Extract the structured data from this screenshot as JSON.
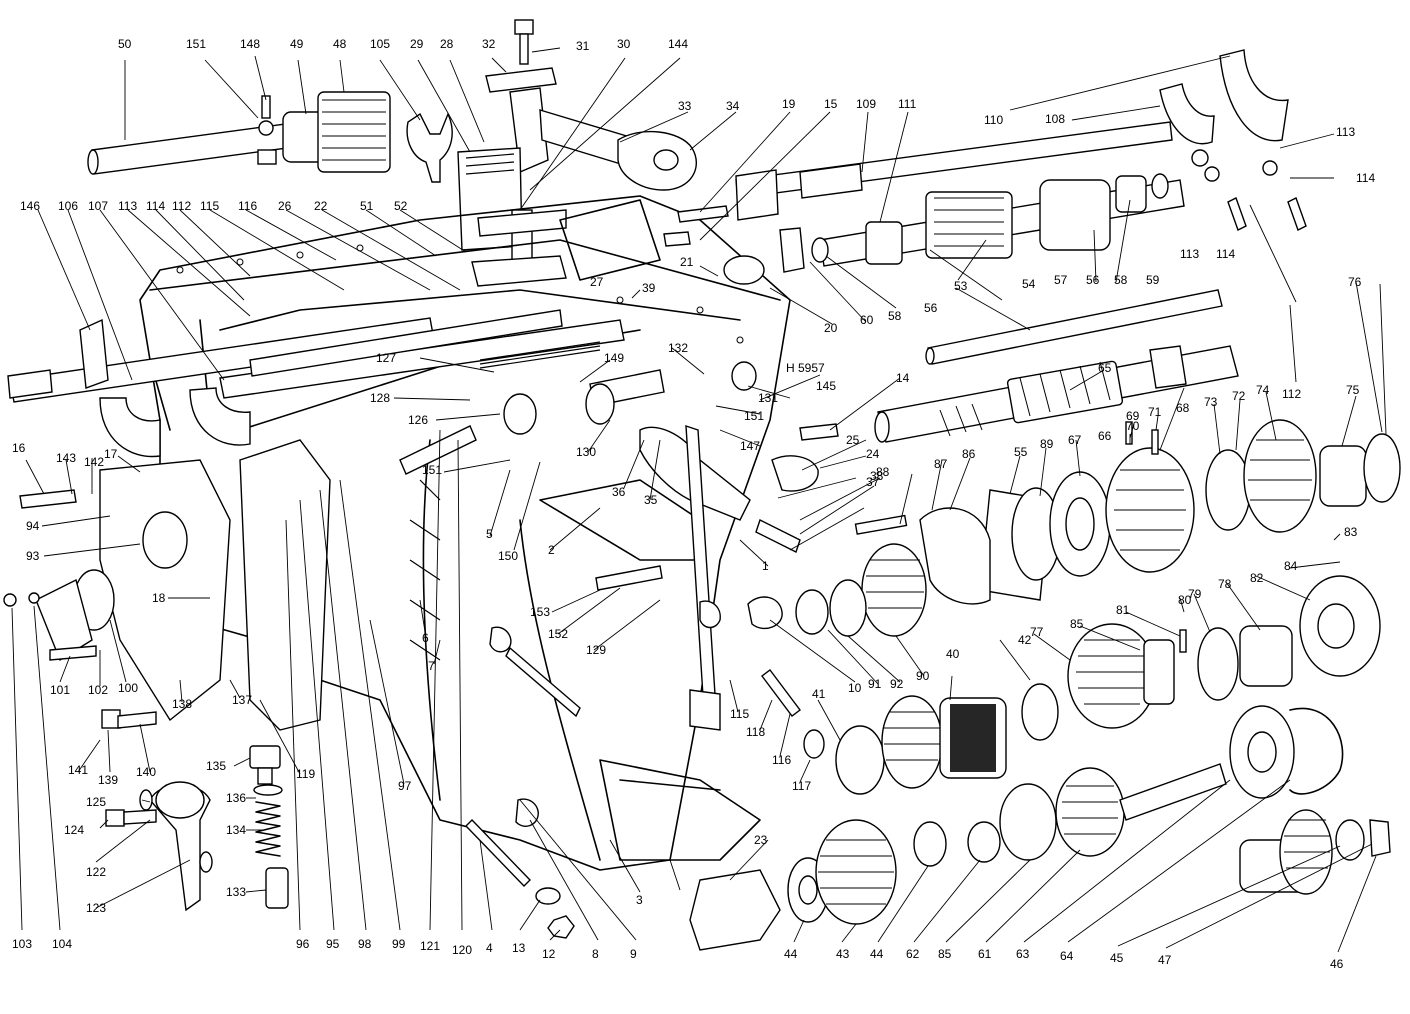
{
  "diagram": {
    "drawing_ref": "H 5957",
    "labels": [
      {
        "id": "l50",
        "text": "50"
      },
      {
        "id": "l151a",
        "text": "151"
      },
      {
        "id": "l148",
        "text": "148"
      },
      {
        "id": "l49",
        "text": "49"
      },
      {
        "id": "l48",
        "text": "48"
      },
      {
        "id": "l105",
        "text": "105"
      },
      {
        "id": "l29",
        "text": "29"
      },
      {
        "id": "l28",
        "text": "28"
      },
      {
        "id": "l32",
        "text": "32"
      },
      {
        "id": "l31",
        "text": "31"
      },
      {
        "id": "l30",
        "text": "30"
      },
      {
        "id": "l144",
        "text": "144"
      },
      {
        "id": "l33",
        "text": "33"
      },
      {
        "id": "l34",
        "text": "34"
      },
      {
        "id": "l19",
        "text": "19"
      },
      {
        "id": "l15",
        "text": "15"
      },
      {
        "id": "l109",
        "text": "109"
      },
      {
        "id": "l111",
        "text": "111"
      },
      {
        "id": "l110",
        "text": "110"
      },
      {
        "id": "l108",
        "text": "108"
      },
      {
        "id": "l113a",
        "text": "113"
      },
      {
        "id": "l114a",
        "text": "114"
      },
      {
        "id": "l146",
        "text": "146"
      },
      {
        "id": "l106",
        "text": "106"
      },
      {
        "id": "l107",
        "text": "107"
      },
      {
        "id": "l113b",
        "text": "113"
      },
      {
        "id": "l114b",
        "text": "114"
      },
      {
        "id": "l112a",
        "text": "112"
      },
      {
        "id": "l115a",
        "text": "115"
      },
      {
        "id": "l116a",
        "text": "116"
      },
      {
        "id": "l26",
        "text": "26"
      },
      {
        "id": "l22",
        "text": "22"
      },
      {
        "id": "l51",
        "text": "51"
      },
      {
        "id": "l52",
        "text": "52"
      },
      {
        "id": "l21",
        "text": "21"
      },
      {
        "id": "l27",
        "text": "27"
      },
      {
        "id": "l39",
        "text": "39"
      },
      {
        "id": "l20",
        "text": "20"
      },
      {
        "id": "l60",
        "text": "60"
      },
      {
        "id": "l58a",
        "text": "58"
      },
      {
        "id": "l56a",
        "text": "56"
      },
      {
        "id": "l54",
        "text": "54"
      },
      {
        "id": "l57",
        "text": "57"
      },
      {
        "id": "l56b",
        "text": "56"
      },
      {
        "id": "l58b",
        "text": "58"
      },
      {
        "id": "l59",
        "text": "59"
      },
      {
        "id": "l113c",
        "text": "113"
      },
      {
        "id": "l114c",
        "text": "114"
      },
      {
        "id": "l53",
        "text": "53"
      },
      {
        "id": "l76",
        "text": "76"
      },
      {
        "id": "l127",
        "text": "127"
      },
      {
        "id": "l149",
        "text": "149"
      },
      {
        "id": "l132",
        "text": "132"
      },
      {
        "id": "l145",
        "text": "145"
      },
      {
        "id": "l65",
        "text": "65"
      },
      {
        "id": "l14",
        "text": "14"
      },
      {
        "id": "l112b",
        "text": "112"
      },
      {
        "id": "l128",
        "text": "128"
      },
      {
        "id": "l131",
        "text": "131"
      },
      {
        "id": "l126",
        "text": "126"
      },
      {
        "id": "l151b",
        "text": "151"
      },
      {
        "id": "l147",
        "text": "147"
      },
      {
        "id": "l130",
        "text": "130"
      },
      {
        "id": "l25",
        "text": "25"
      },
      {
        "id": "l24",
        "text": "24"
      },
      {
        "id": "l70",
        "text": "70"
      },
      {
        "id": "l69",
        "text": "69"
      },
      {
        "id": "l71",
        "text": "71"
      },
      {
        "id": "l68",
        "text": "68"
      },
      {
        "id": "l73",
        "text": "73"
      },
      {
        "id": "l72",
        "text": "72"
      },
      {
        "id": "l74",
        "text": "74"
      },
      {
        "id": "l75",
        "text": "75"
      },
      {
        "id": "l16",
        "text": "16"
      },
      {
        "id": "l143",
        "text": "143"
      },
      {
        "id": "l142",
        "text": "142"
      },
      {
        "id": "l17",
        "text": "17"
      },
      {
        "id": "l151c",
        "text": "151"
      },
      {
        "id": "l36",
        "text": "36"
      },
      {
        "id": "l35",
        "text": "35"
      },
      {
        "id": "l38",
        "text": "38"
      },
      {
        "id": "l37",
        "text": "37"
      },
      {
        "id": "l88",
        "text": "88"
      },
      {
        "id": "l87",
        "text": "87"
      },
      {
        "id": "l86",
        "text": "86"
      },
      {
        "id": "l55",
        "text": "55"
      },
      {
        "id": "l89",
        "text": "89"
      },
      {
        "id": "l67",
        "text": "67"
      },
      {
        "id": "l66",
        "text": "66"
      },
      {
        "id": "l94",
        "text": "94"
      },
      {
        "id": "l93",
        "text": "93"
      },
      {
        "id": "l5",
        "text": "5"
      },
      {
        "id": "l150",
        "text": "150"
      },
      {
        "id": "l2",
        "text": "2"
      },
      {
        "id": "l1",
        "text": "1"
      },
      {
        "id": "l83",
        "text": "83"
      },
      {
        "id": "l84",
        "text": "84"
      },
      {
        "id": "l18",
        "text": "18"
      },
      {
        "id": "l153",
        "text": "153"
      },
      {
        "id": "l152",
        "text": "152"
      },
      {
        "id": "l129",
        "text": "129"
      },
      {
        "id": "l6",
        "text": "6"
      },
      {
        "id": "l10",
        "text": "10"
      },
      {
        "id": "l91",
        "text": "91"
      },
      {
        "id": "l92",
        "text": "92"
      },
      {
        "id": "l90",
        "text": "90"
      },
      {
        "id": "l42",
        "text": "42"
      },
      {
        "id": "l77",
        "text": "77"
      },
      {
        "id": "l85a",
        "text": "85"
      },
      {
        "id": "l81",
        "text": "81"
      },
      {
        "id": "l80",
        "text": "80"
      },
      {
        "id": "l79",
        "text": "79"
      },
      {
        "id": "l78",
        "text": "78"
      },
      {
        "id": "l82",
        "text": "82"
      },
      {
        "id": "l101",
        "text": "101"
      },
      {
        "id": "l102",
        "text": "102"
      },
      {
        "id": "l100",
        "text": "100"
      },
      {
        "id": "l7",
        "text": "7"
      },
      {
        "id": "l115b",
        "text": "115"
      },
      {
        "id": "l41",
        "text": "41"
      },
      {
        "id": "l40",
        "text": "40"
      },
      {
        "id": "l118",
        "text": "118"
      },
      {
        "id": "l116b",
        "text": "116"
      },
      {
        "id": "l117",
        "text": "117"
      },
      {
        "id": "l141",
        "text": "141"
      },
      {
        "id": "l137",
        "text": "137"
      },
      {
        "id": "l138",
        "text": "138"
      },
      {
        "id": "l139",
        "text": "139"
      },
      {
        "id": "l140",
        "text": "140"
      },
      {
        "id": "l135",
        "text": "135"
      },
      {
        "id": "l119",
        "text": "119"
      },
      {
        "id": "l97",
        "text": "97"
      },
      {
        "id": "l125",
        "text": "125"
      },
      {
        "id": "l136",
        "text": "136"
      },
      {
        "id": "l124",
        "text": "124"
      },
      {
        "id": "l134",
        "text": "134"
      },
      {
        "id": "l122",
        "text": "122"
      },
      {
        "id": "l123",
        "text": "123"
      },
      {
        "id": "l133",
        "text": "133"
      },
      {
        "id": "l23",
        "text": "23"
      },
      {
        "id": "l3",
        "text": "3"
      },
      {
        "id": "l103",
        "text": "103"
      },
      {
        "id": "l104",
        "text": "104"
      },
      {
        "id": "l96",
        "text": "96"
      },
      {
        "id": "l95",
        "text": "95"
      },
      {
        "id": "l98",
        "text": "98"
      },
      {
        "id": "l99",
        "text": "99"
      },
      {
        "id": "l121",
        "text": "121"
      },
      {
        "id": "l120",
        "text": "120"
      },
      {
        "id": "l4",
        "text": "4"
      },
      {
        "id": "l13",
        "text": "13"
      },
      {
        "id": "l12",
        "text": "12"
      },
      {
        "id": "l8",
        "text": "8"
      },
      {
        "id": "l9",
        "text": "9"
      },
      {
        "id": "l44a",
        "text": "44"
      },
      {
        "id": "l43",
        "text": "43"
      },
      {
        "id": "l44b",
        "text": "44"
      },
      {
        "id": "l62",
        "text": "62"
      },
      {
        "id": "l85b",
        "text": "85"
      },
      {
        "id": "l61",
        "text": "61"
      },
      {
        "id": "l63",
        "text": "63"
      },
      {
        "id": "l64",
        "text": "64"
      },
      {
        "id": "l45",
        "text": "45"
      },
      {
        "id": "l47",
        "text": "47"
      },
      {
        "id": "l46",
        "text": "46"
      }
    ]
  }
}
